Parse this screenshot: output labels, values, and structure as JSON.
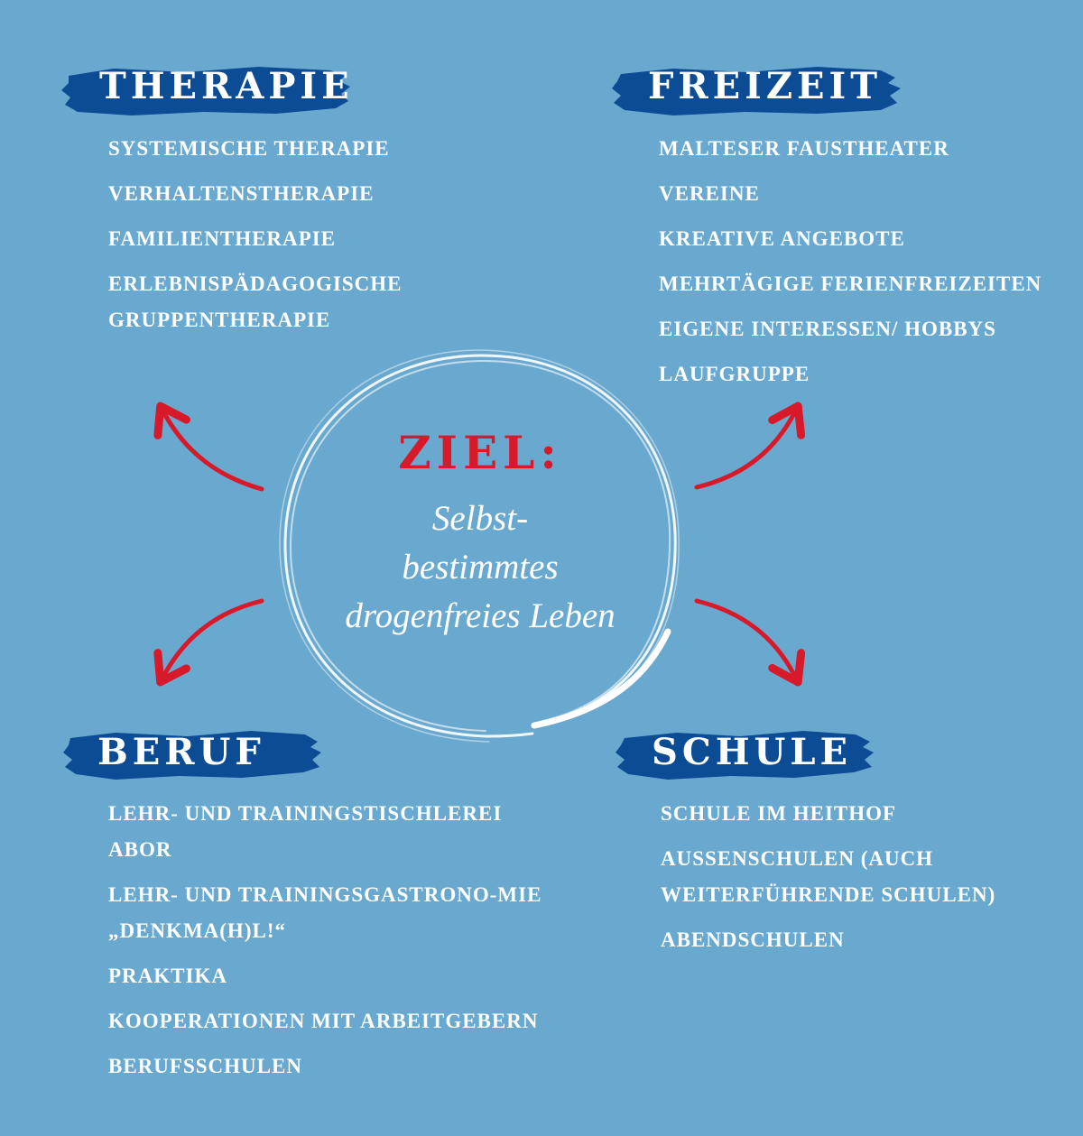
{
  "colors": {
    "background": "#6aa9cf",
    "brush": "#0b4c95",
    "arrow": "#d8192a",
    "text": "#ffffff"
  },
  "therapie": {
    "heading": "THERAPIE",
    "items": [
      "SYSTEMISCHE THERAPIE",
      "VERHALTENSTHERAPIE",
      "FAMILIENTHERAPIE",
      "ERLEBNISPÄDAGOGISCHE GRUPPENTHERAPIE"
    ]
  },
  "freizeit": {
    "heading": "FREIZEIT",
    "items": [
      "MALTESER FAUSTHEATER",
      "VEREINE",
      "KREATIVE ANGEBOTE",
      "MEHRTÄGIGE FERIENFREIZEITEN",
      "EIGENE INTERESSEN/ HOBBYS",
      "LAUFGRUPPE"
    ]
  },
  "beruf": {
    "heading": "BERUF",
    "items": [
      "LEHR- UND TRAININGSTISCHLEREI ABOR",
      "LEHR- UND TRAININGSGASTRONO-MIE „DENKMA(H)L!“",
      "PRAKTIKA",
      "KOOPERATIONEN MIT ARBEITGEBERN",
      "BERUFSSCHULEN"
    ]
  },
  "schule": {
    "heading": "SCHULE",
    "items": [
      "SCHULE IM HEITHOF",
      "AUSSENSCHULEN (AUCH WEITERFÜHRENDE SCHULEN)",
      "ABENDSCHULEN"
    ]
  },
  "center": {
    "title": "ZIEL:",
    "lines": [
      "Selbst-",
      "bestimmtes",
      "drogenfreies Leben"
    ]
  }
}
